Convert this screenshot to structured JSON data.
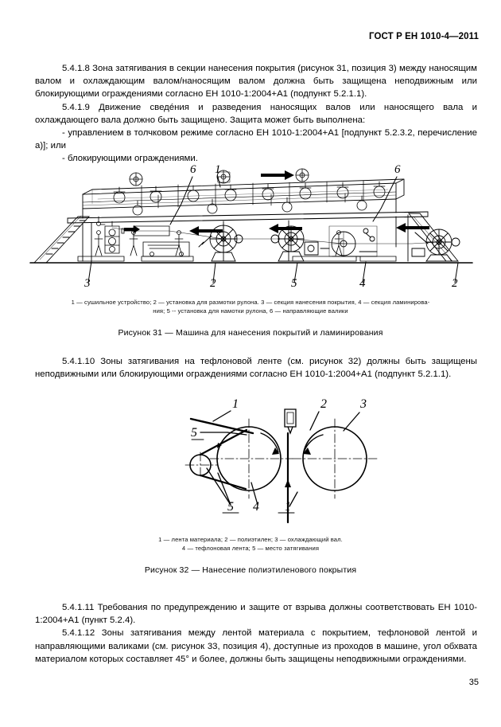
{
  "document": {
    "standard_header": "ГОСТ Р ЕН 1010-4—2011",
    "page_number": "35"
  },
  "body": {
    "clause_5_4_1_8": "5.4.1.8 Зона затягивания в секции нанесения покрытия (рисунок 31, позиция 3) между наносящим валом и охлаждающим валом/наносящим валом должна быть защищена неподвижным или блокирующими ограждениями согласно ЕН 1010-1:2004+А1 (подпункт 5.2.1.1).",
    "clause_5_4_1_9": "5.4.1.9 Движение сведéния и разведения наносящих валов или наносящего вала и охлаждающего вала должно быть защищено. Защита может быть выполнена:",
    "clause_5_4_1_9_item_a": "- управлением в толчковом режиме согласно ЕН 1010-1:2004+А1 [подпункт 5.2.3.2, перечисление а)]; или",
    "clause_5_4_1_9_item_b": "- блокирующими ограждениями.",
    "clause_5_4_1_10": "5.4.1.10 Зоны затягивания на тефлоновой ленте (см. рисунок 32) должны быть защищены неподвижными или блокирующими ограждениями согласно ЕН 1010-1:2004+А1 (подпункт 5.2.1.1).",
    "clause_5_4_1_11": "5.4.1.11 Требования по предупреждению и защите от взрыва должны соответствовать ЕН 1010-1:2004+А1 (пункт 5.2.4).",
    "clause_5_4_1_12": "5.4.1.12 Зоны затягивания между лентой материала с покрытием, тефлоновой лентой и направляющими валиками (см. рисунок 33, позиция 4), доступные из проходов в машине, угол обхвата материалом которых составляет 45° и более, должны быть защищены неподвижными ограждениями."
  },
  "figure31": {
    "legend_line1": "1 — сушильное устройство; 2 — установка для размотки рулона. 3 — секция нанесения покрытия, 4 — секция ламинирова-",
    "legend_line2": "ния; 5 -- установка для намотки рулона, 6 — направляющие валики",
    "title": "Рисунок 31 — Машина для нанесения покрытий и ламинирования",
    "callouts": [
      "6",
      "1",
      "6",
      "3",
      "2",
      "5",
      "4",
      "2"
    ]
  },
  "figure32": {
    "legend_line1": "1 — лента материала; 2 — полиэтилен; 3 — охлаждающий вал.",
    "legend_line2": "4 — тефлоновая лента; 5 — место затягивания",
    "title": "Рисунок 32 — Нанесение полиэтиленового покрытия",
    "callouts": [
      "1",
      "2",
      "3",
      "5",
      "5",
      "4",
      "1"
    ]
  },
  "colors": {
    "ink": "#000000",
    "paper": "#ffffff"
  }
}
